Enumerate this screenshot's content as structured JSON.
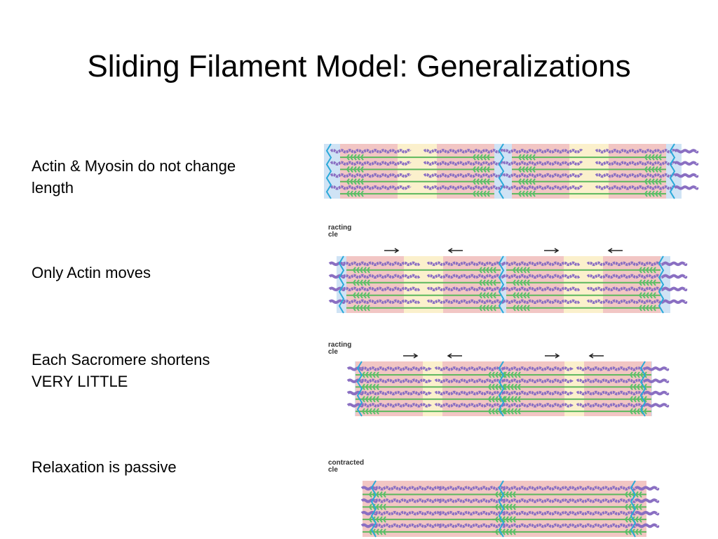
{
  "title": "Sliding Filament Model: Generalizations",
  "bullets": [
    {
      "lines": [
        "Actin & Myosin do not change",
        "length"
      ]
    },
    {
      "lines": [
        "Only Actin moves"
      ]
    },
    {
      "lines": [
        "Each Sacromere shortens",
        "VERY LITTLE"
      ]
    },
    {
      "lines": [
        "Relaxation is passive"
      ]
    }
  ],
  "panel_captions": [
    {
      "lines": [
        "racting",
        "cle"
      ]
    },
    {
      "lines": [
        "racting",
        "cle"
      ]
    },
    {
      "lines": [
        " contracted",
        "cle"
      ]
    }
  ],
  "colors": {
    "i_band": "#cfe3f5",
    "a_band": "#f2c6c4",
    "h_zone": "#fbf0cc",
    "thick": "#5cb85c",
    "thin": "#8a6fc2",
    "heads": "#58c26a",
    "z_disc": "#29a9d9"
  }
}
